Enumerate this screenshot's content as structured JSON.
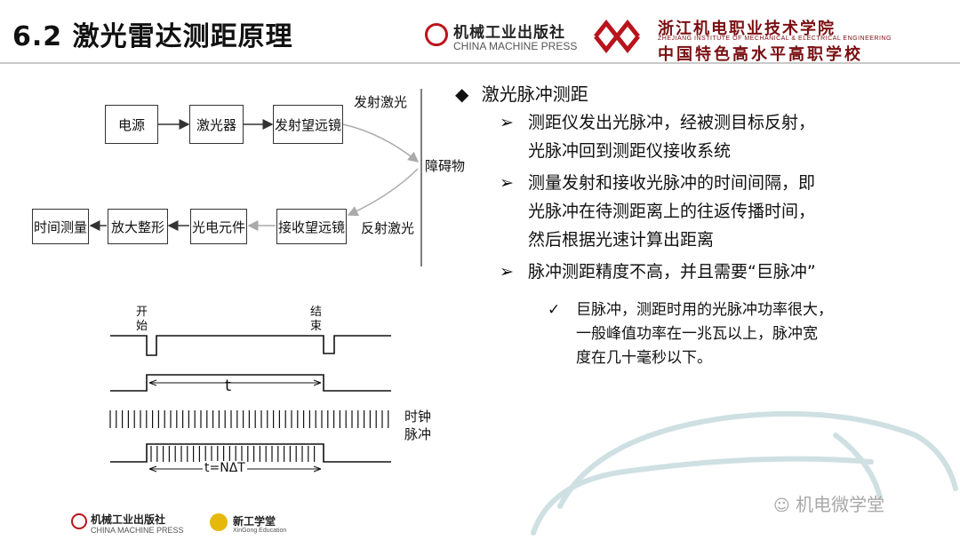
{
  "header": {
    "title": "6.2 激光雷达测距原理",
    "publisher_cn": "机械工业出版社",
    "publisher_en": "CHINA MACHINE PRESS",
    "school_cn_stylized": "浙江机电职业技术学院",
    "school_en": "ZHEJIANG INSTITUTE OF MECHANICAL & ELECTRICAL ENGINEERING",
    "school_slogan": "中国特色高水平高职学校"
  },
  "flow": {
    "top_row": [
      "电源",
      "激光器",
      "发射望远镜"
    ],
    "bottom_row": [
      "时间测量",
      "放大整形",
      "光电元件",
      "接收望远镜"
    ],
    "emit_label": "发射激光",
    "obstacle_label": "障碍物",
    "reflect_label": "反射激光"
  },
  "timing": {
    "start_label": "开始",
    "end_label": "结束",
    "t_label": "t",
    "clock_label": "时钟脉冲",
    "formula_label": "t=NΔT"
  },
  "content": {
    "main_bullet": "激光脉冲测距",
    "sub_bullets": [
      [
        "测距仪发出光脉冲，经被测目标反射，",
        "光脉冲回到测距仪接收系统"
      ],
      [
        "测量发射和接收光脉冲的时间间隔，即",
        "光脉冲在待测距离上的往返传播时间，",
        "然后根据光速计算出距离"
      ],
      [
        "脉冲测距精度不高，并且需要“巨脉冲”"
      ]
    ],
    "check_lines": [
      "巨脉冲，测距时用的光脉冲功率很大，",
      "一般峰值功率在一兆瓦以上，脉冲宽",
      "度在几十毫秒以下。"
    ]
  },
  "footer": {
    "publisher_cn": "机械工业出版社",
    "publisher_en": "CHINA MACHINE PRESS",
    "brand_cn": "新工学堂",
    "brand_en": "XinGong Education",
    "wechat_watermark": "机电微学堂"
  }
}
